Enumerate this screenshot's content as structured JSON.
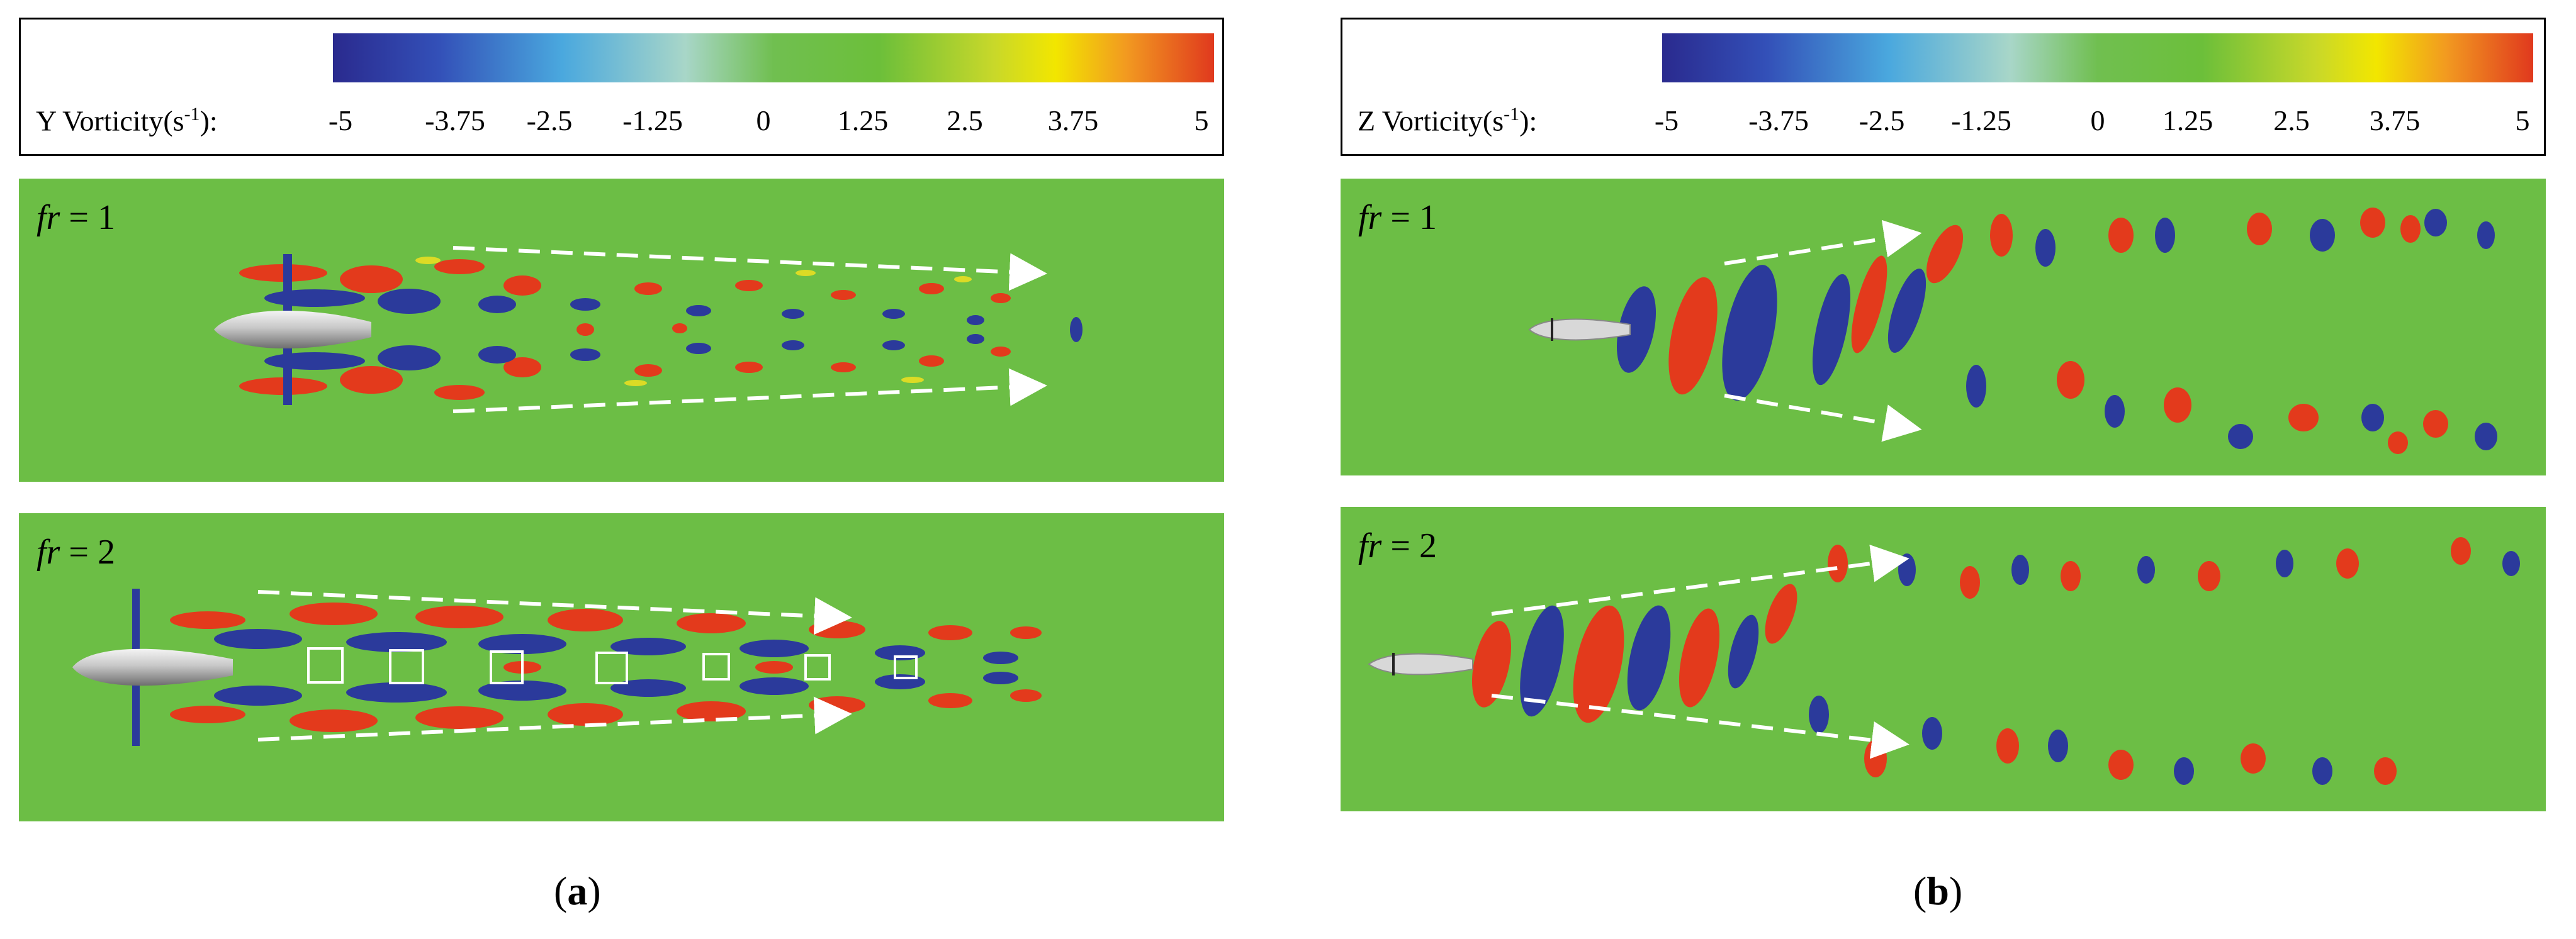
{
  "panel_a": {
    "legend_label_main": "Y Vorticity(s",
    "legend_label_sup": "-1",
    "legend_label_tail": "):",
    "ticks": [
      "-5",
      "-3.75",
      "-2.5",
      "-1.25",
      "0",
      "1.25",
      "2.5",
      "3.75",
      "5"
    ],
    "rows": [
      {
        "fr_var": "fr",
        "fr_value": " = 1"
      },
      {
        "fr_var": "fr",
        "fr_value": " = 2"
      }
    ],
    "caption_open": "(",
    "caption_letter": "a",
    "caption_close": ")"
  },
  "panel_b": {
    "legend_label_main": "Z Vorticity(s",
    "legend_label_sup": "-1",
    "legend_label_tail": "):",
    "ticks": [
      "-5",
      "-3.75",
      "-2.5",
      "-1.25",
      "0",
      "1.25",
      "2.5",
      "3.75",
      "5"
    ],
    "rows": [
      {
        "fr_var": "fr",
        "fr_value": " = 1"
      },
      {
        "fr_var": "fr",
        "fr_value": " = 2"
      }
    ],
    "caption_open": "(",
    "caption_letter": "b",
    "caption_close": ")"
  },
  "colors": {
    "background_field": "#6cbe45",
    "negative_vortex": "#2b3a9b",
    "positive_vortex": "#e33a1c",
    "yellow_fringe": "#f0e020",
    "cyan_fringe": "#56b4e0"
  }
}
